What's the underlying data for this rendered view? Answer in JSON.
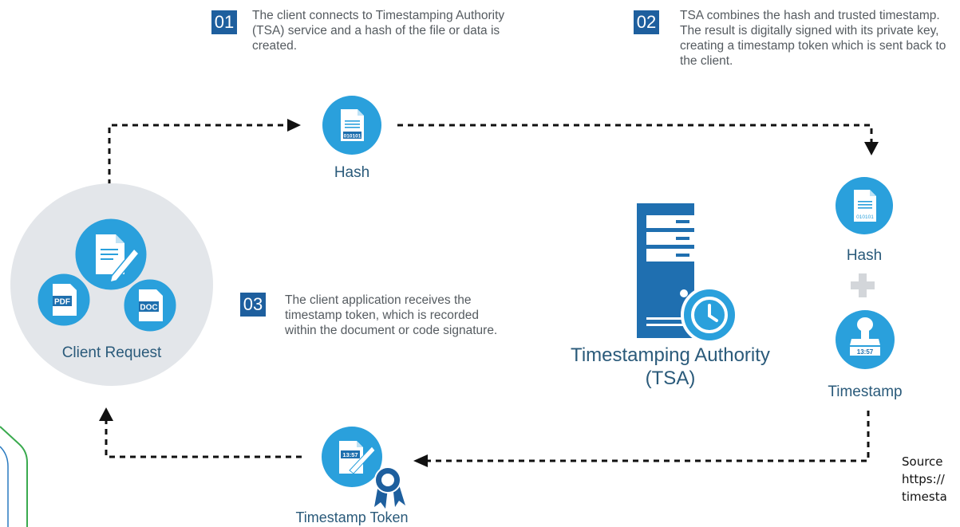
{
  "steps": [
    {
      "num": "01",
      "text": "The client connects to Timestamping Authority (TSA) service and a hash of the file or data is created."
    },
    {
      "num": "02",
      "text": "TSA combines the hash and trusted timestamp. The result is digitally signed with its private key, creating a timestamp token which is sent back to the client."
    },
    {
      "num": "03",
      "text": "The client application receives the timestamp token, which is recorded within the document or code signature."
    }
  ],
  "labels": {
    "client_request": "Client Request",
    "hash_top": "Hash",
    "hash_right": "Hash",
    "timestamp": "Timestamp",
    "tsa_line1": "Timestamping Authority",
    "tsa_line2": "(TSA)",
    "timestamp_token": "Timestamp Token"
  },
  "icons": {
    "pdf": "PDF",
    "doc": "DOC",
    "hash_code": "010101",
    "time": "13:57"
  },
  "source": {
    "line1": "Source",
    "line2": "https://",
    "line3": "timesta"
  },
  "colors": {
    "badge": "#1e5f9e",
    "icon_blue": "#2aa0dc",
    "server": "#1f6fb0",
    "client_bg": "#e3e6ea",
    "arrow": "#111111"
  }
}
